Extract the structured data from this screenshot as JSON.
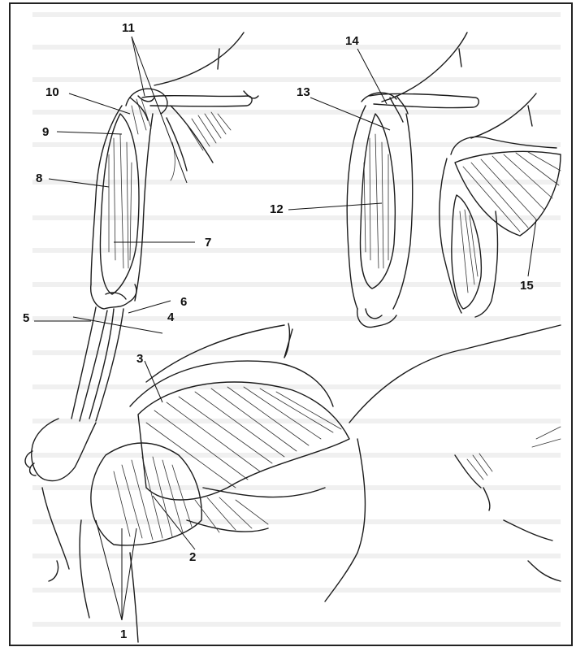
{
  "colors": {
    "ink": "#1c1c1c",
    "paper": "#ffffff",
    "frame": "#222222"
  },
  "labels": [
    "1",
    "2",
    "3",
    "4",
    "5",
    "6",
    "7",
    "8",
    "9",
    "10",
    "11",
    "12",
    "13",
    "14",
    "15"
  ]
}
